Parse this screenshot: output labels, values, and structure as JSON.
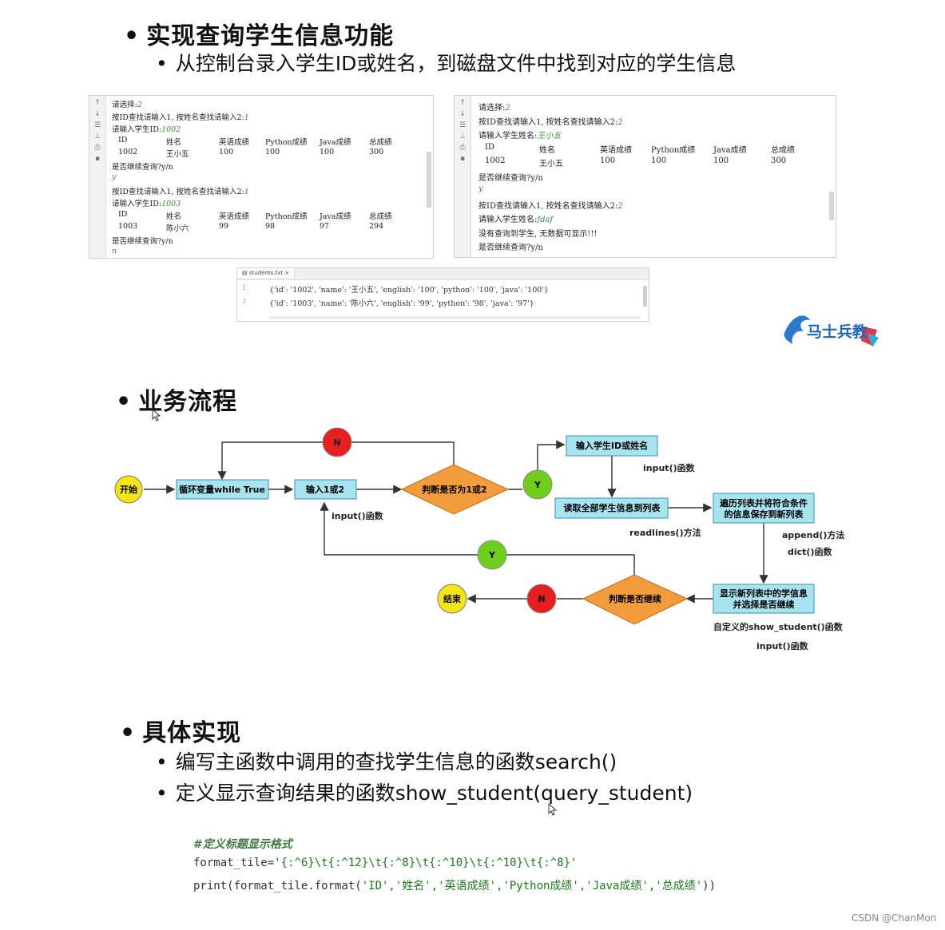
{
  "section1": {
    "title": "实现查询学生信息功能",
    "bullet": "从控制台录入学生ID或姓名，到磁盘文件中找到对应的学生信息"
  },
  "console_left": {
    "lines": [
      {
        "t": "请选择:",
        "v": "2"
      },
      {
        "t": "按ID查找请输入1, 按姓名查找请输入2:",
        "v": "1"
      },
      {
        "t": "请输入学生ID:",
        "v": "1002"
      },
      {
        "row": [
          "ID",
          "姓名",
          "英语成绩",
          "Python成绩",
          "Java成绩",
          "总成绩"
        ]
      },
      {
        "row": [
          "1002",
          "王小五",
          "100",
          "100",
          "100",
          "300"
        ]
      },
      {
        "t": "是否继续查询?y/n",
        "v": ""
      },
      {
        "t": "",
        "v": "y"
      },
      {
        "t": "按ID查找请输入1, 按姓名查找请输入2:",
        "v": "1"
      },
      {
        "t": "请输入学生ID:",
        "v": "1003"
      },
      {
        "row": [
          "ID",
          "姓名",
          "英语成绩",
          "Python成绩",
          "Java成绩",
          "总成绩"
        ]
      },
      {
        "row": [
          "1003",
          "陈小六",
          "99",
          "98",
          "97",
          "294"
        ]
      },
      {
        "t": "是否继续查询?y/n",
        "v": ""
      },
      {
        "t": "",
        "v": "n"
      }
    ]
  },
  "console_right": {
    "lines": [
      {
        "t": "请选择:",
        "v": "2"
      },
      {
        "t": "按ID查找请输入1, 按姓名查找请输入2:",
        "v": "2"
      },
      {
        "t": "请输入学生姓名:",
        "v": "王小五"
      },
      {
        "row": [
          "ID",
          "姓名",
          "英语成绩",
          "Python成绩",
          "Java成绩",
          "总成绩"
        ]
      },
      {
        "row": [
          "1002",
          "王小五",
          "100",
          "100",
          "100",
          "300"
        ]
      },
      {
        "t": "是否继续查询?y/n",
        "v": ""
      },
      {
        "t": "",
        "v": "y"
      },
      {
        "t": "按ID查找请输入1, 按姓名查找请输入2:",
        "v": "2"
      },
      {
        "t": "请输入学生姓名:",
        "v": "fdaf"
      },
      {
        "t": "没有查询到学生, 无数据可显示!!!",
        "v": ""
      },
      {
        "t": "是否继续查询?y/n",
        "v": ""
      }
    ]
  },
  "students_file": {
    "tab": "students.txt",
    "lines": [
      "{'id': '1002', 'name': '王小五', 'english': '100', 'python': '100', 'java': '100'}",
      "{'id': '1003', 'name': '陈小六', 'english': '99', 'python': '98', 'java': '97'}"
    ]
  },
  "logo": {
    "text": "马士兵教"
  },
  "section2": {
    "title": "业务流程"
  },
  "flow": {
    "start": "开始",
    "loop": "循环变量while True",
    "input12": "输入1或2",
    "judge12": "判断是否为1或2",
    "n_top": "N",
    "y_right": "Y",
    "input_id_name": "输入学生ID或姓名",
    "read_all": "读取全部学生信息到列表",
    "traverse_1": "遍历列表并将符合条件",
    "traverse_2": "的信息保存到新列表",
    "show_1": "显示新列表中的学信息",
    "show_2": "并选择是否继续",
    "judge_continue": "判断是否继续",
    "y_bottom": "Y",
    "n_bottom": "N",
    "end": "结束",
    "note_input1": "input()函数",
    "note_input2": "input()函数",
    "note_readlines": "readlines()方法",
    "note_append": "append()方法",
    "note_dict": "dict()函数",
    "note_show": "自定义的show_student()函数",
    "note_input3": "input()函数"
  },
  "section3": {
    "title": "具体实现",
    "bullet1": "编写主函数中调用的查找学生信息的函数search()",
    "bullet2": "定义显示查询结果的函数show_student(query_student)"
  },
  "code": {
    "comment": "#定义标题显示格式",
    "line1_a": "format_tile='",
    "line1_b": "{:^6}\\t{:^12}\\t{:^8}\\t{:^10}\\t{:^10}\\t{:^8}",
    "line1_c": "'",
    "line2_a": "print(format_tile.format(",
    "line2_b": "'ID','姓名','英语成绩','Python成绩','Java成绩','总成绩'",
    "line2_c": "))"
  },
  "watermark": "CSDN @ChanMon",
  "colors": {
    "box": "#a8e3f0",
    "box_border": "#3a8fb0",
    "diamond": "#f39c3c",
    "yellow": "#f5e514",
    "red": "#e62020",
    "green": "#6fce1c"
  }
}
